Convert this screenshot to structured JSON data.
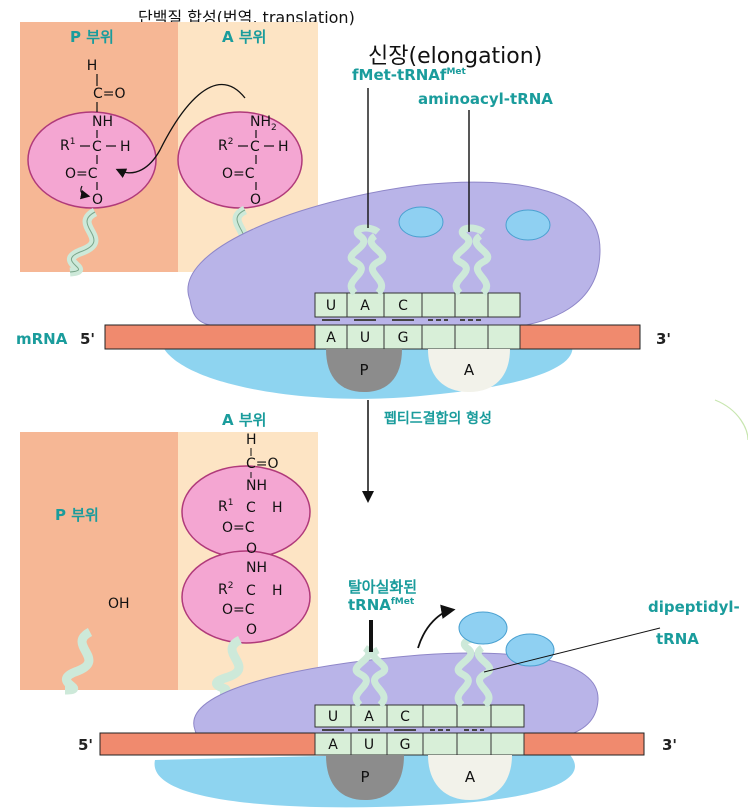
{
  "title": "단백질 합성(번역, translation)",
  "subtitle": "신장(elongation)",
  "labels": {
    "fmet_trna": "fMet-tRNAf",
    "fmet_sup": "Met",
    "aminoacyl_trna": "aminoacyl-tRNA",
    "mrna": "mRNA",
    "five_prime": "5'",
    "three_prime": "3'",
    "peptide_bond": "펩티드결합의 형성",
    "deacylated_trna": "탈아실화된",
    "deacylated_trna2": "tRNA",
    "deacylated_sup": "fMet",
    "dipeptidyl": "dipeptidyl-",
    "dipeptidyl2": "tRNA",
    "oh": "OH"
  },
  "sites": {
    "p_site": "P 부위",
    "a_site": "A 부위",
    "p": "P",
    "a": "A"
  },
  "codons": {
    "anticodon": [
      "U",
      "A",
      "C"
    ],
    "codon": [
      "A",
      "U",
      "G"
    ]
  },
  "chem": {
    "h": "H",
    "c_eq_o": "C=O",
    "nh": "NH",
    "nh2": "NH",
    "nh2_sub": "2",
    "r1": "R",
    "r1_sup": "1",
    "r2": "R",
    "r2_sup": "2",
    "c": "C",
    "o_eq_c": "O=C",
    "o": "O"
  },
  "colors": {
    "p_site_bg": "#f6b795",
    "a_site_bg": "#fde4c4",
    "circle_fill": "#f4a6d2",
    "ribosome_large": "#b9b4e8",
    "ribosome_small": "#8ed4f0",
    "mrna": "#f08a6e",
    "codon_box": "#d8efd8",
    "trna_loop": "#cde9d9",
    "amino_blob": "#8fd0f2",
    "teal_label": "#1a9c9c"
  }
}
